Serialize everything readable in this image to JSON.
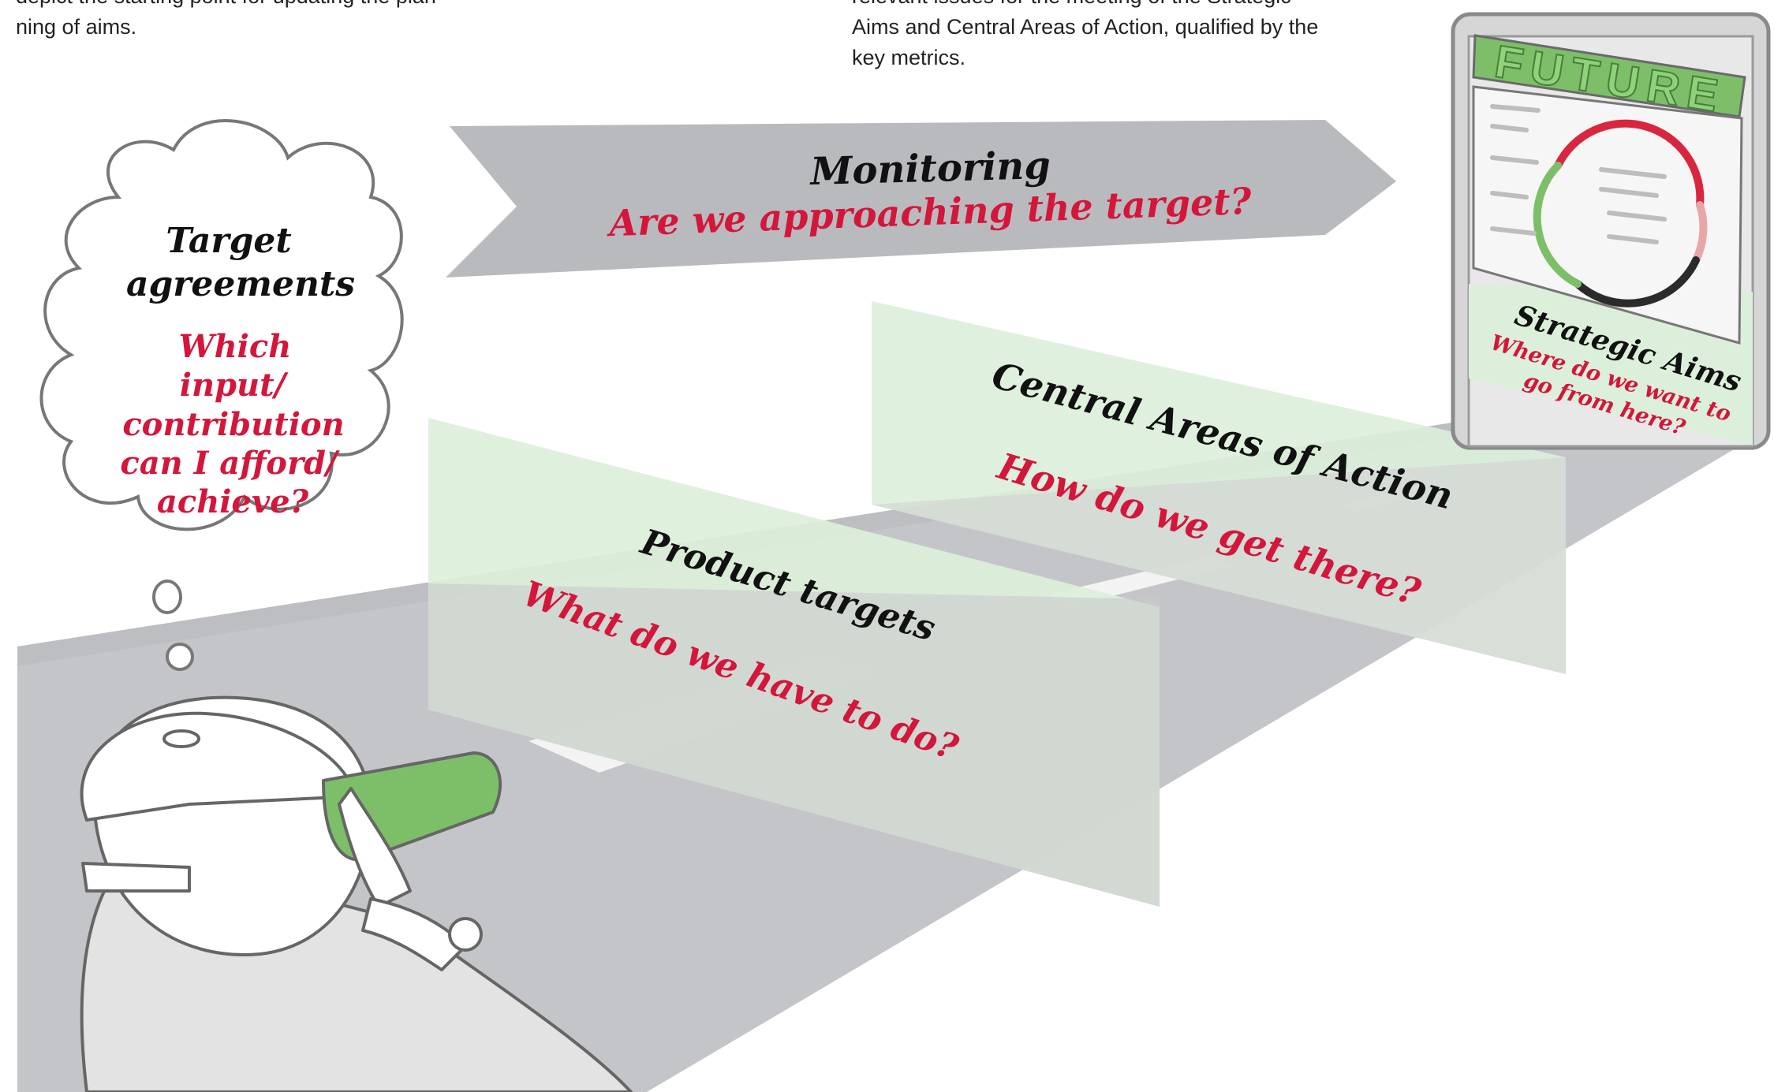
{
  "intro": {
    "left_line1": "depict the starting point for updating the plan",
    "left_line2": "ning of aims.",
    "right_line1": "relevant issues for the meeting of the Strategic",
    "right_line2": "Aims and Central Areas of Action, qualified by the",
    "right_line3": "key metrics."
  },
  "monitoring": {
    "title": "Monitoring",
    "question": "Are we approaching the target?"
  },
  "thought": {
    "title_line1": "Target",
    "title_line2": "agreements",
    "q_line1": "Which",
    "q_line2": "input/",
    "q_line3": "contribution",
    "q_line4": "can I afford/",
    "q_line5": "achieve?"
  },
  "product_targets": {
    "title": "Product targets",
    "question": "What do we have to do?"
  },
  "central_areas": {
    "title": "Central Areas of Action",
    "question": "How do we get there?"
  },
  "strategic_aims": {
    "title": "Strategic Aims",
    "question_line1": "Where do we want to",
    "question_line2": "go from here?"
  },
  "billboard": {
    "banner": "FUTURE"
  },
  "colors": {
    "road": "#c4c5c8",
    "road_dark": "#b5b6b9",
    "arrow": "#b9babd",
    "green_panel": "#dcefda",
    "green_accent": "#7dbf68",
    "red_accent": "#d9263f",
    "ink": "#111111",
    "question_red": "#d4163b"
  },
  "icons": {
    "person": "person-with-binoculars-icon",
    "billboard": "future-billboard-icon",
    "thought": "thought-cloud-icon"
  }
}
